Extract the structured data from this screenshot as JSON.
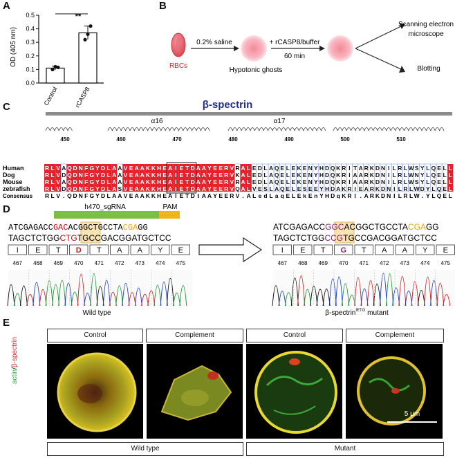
{
  "panel_letters": {
    "a": "A",
    "b": "B",
    "c": "C",
    "d": "D",
    "e": "E"
  },
  "panel_a": {
    "ylabel": "OD (405 nm)",
    "significance": "**",
    "chart_data": {
      "type": "bar",
      "categories": [
        "Control",
        "rCASP8"
      ],
      "values": [
        0.11,
        0.37
      ],
      "errors": [
        0.015,
        0.05
      ],
      "points": [
        [
          0.1,
          0.12,
          0.115
        ],
        [
          0.32,
          0.36,
          0.42
        ]
      ],
      "yticks": [
        "0.0",
        "0.1",
        "0.2",
        "0.3",
        "0.4",
        "0.5"
      ],
      "ylabel": "OD (405 nm)",
      "ylim": [
        0,
        0.5
      ]
    }
  },
  "panel_b": {
    "rbc_label": "RBCs",
    "saline": "0.2% saline",
    "ghost_label": "Hypotonic ghosts",
    "treatment": "+ rCASP8/buffer",
    "time": "60 min",
    "sem": "Scanning electron",
    "sem2": "microscope",
    "blotting": "Blotting",
    "colors": {
      "rbc": "#e8737f",
      "ghost": "#f6b8c1",
      "rbc_text": "#d9232e"
    }
  },
  "panel_c": {
    "title": "β-spectrin",
    "helix1": "α16",
    "helix2": "α17",
    "positions": [
      "450",
      "460",
      "470",
      "480",
      "490",
      "500",
      "510"
    ],
    "species": [
      "Human",
      "Dog",
      "Mouse",
      "zebrafish"
    ],
    "consensus_label": "Consensus",
    "rows": [
      "RLVAQDNFGYDLAAVEAAKKHEAIETDAAYEERVRALEDLAQELEKENYHDQKRITARKDNILRLWSYLQELL",
      "RLVDQDNFGYDLAAVEAAKKHEAIETDAAYEERVKALEDLAQELEKENYHDQKRIAARKDNILRLWNYLQELL",
      "RLVAQDNFGYDLAAVEAAKKHEAIETDAAYEERVRALEDLAQELEKENYHDQKRIAARKDNILRLWSYLQELL",
      "RLVDQDNFGYDLASVEAAKKHEAIETDAAYEERVQALVESLAQELESEEYHDAKRIEARKDNILRLWDYLQELL"
    ],
    "consensus": "RLV.QDNFGYDLAAVEAAKKHEAIETDtAAYEERV.ALedLaqELEkEnYHDqKRI.ARKDNILRLW.YLQELL",
    "colors": {
      "conserved": "#e8202a",
      "title": "#1f2d8f"
    }
  },
  "panel_d": {
    "sgrna": "h470_sgRNA",
    "pam": "PAM",
    "wt": {
      "top_a": "ATCGAGACC",
      "top_b": "GAC",
      "top_c": "ACGGCTGCCTA",
      "top_d": "CGA",
      "top_e": "GG",
      "bot_a": "TAGCTCTGG",
      "bot_b": "CTG",
      "bot_c": "TGCCGACGGATGCTCC",
      "aa": [
        "I",
        "E",
        "T",
        "D",
        "T",
        "A",
        "A",
        "Y",
        "E"
      ],
      "nums": [
        "467",
        "468",
        "469",
        "470",
        "471",
        "472",
        "473",
        "474",
        "475"
      ],
      "caption": "Wild type"
    },
    "mut": {
      "top_a": "ATCGAGACC",
      "top_b": "GGC",
      "top_c": "ACGGCTGCCTA",
      "top_d": "CGA",
      "top_e": "GG",
      "bot_a": "TAGCTCTGG",
      "bot_b": "CCG",
      "bot_c": "TGCCGACGGATGCTCC",
      "aa": [
        "I",
        "E",
        "T",
        "G",
        "T",
        "A",
        "A",
        "Y",
        "E"
      ],
      "nums": [
        "467",
        "468",
        "469",
        "470",
        "471",
        "472",
        "473",
        "474",
        "475"
      ],
      "caption_a": "β-spectrin",
      "caption_sup": "IETG",
      "caption_b": " mutant"
    },
    "colors": {
      "sgrna": "#7bbf42",
      "pam": "#f2b41c",
      "highlight": "#f7e3b3",
      "pam_text": "#e8a317",
      "mutant_aa": "#8a1f7a",
      "wt_aa": "#c0141c"
    }
  },
  "panel_e": {
    "headers": [
      "Control",
      "Complement",
      "Control",
      "Complement"
    ],
    "footer_wt": "Wild type",
    "footer_mut": "Mutant",
    "ylabel_a": "actin",
    "ylabel_sep": "/",
    "ylabel_b": "β-spectrin",
    "scalebar": "5 μm",
    "colors": {
      "actin": "#2fa83a",
      "spectrin": "#d42a2a"
    }
  }
}
